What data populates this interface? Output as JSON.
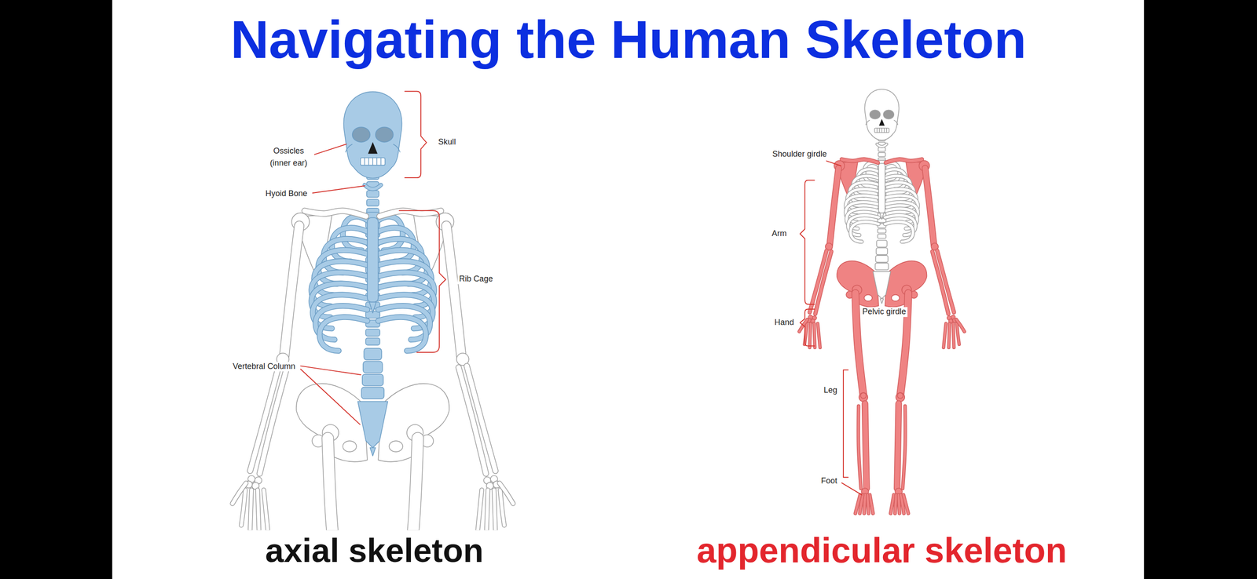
{
  "diagram": {
    "title": "Navigating the Human Skeleton",
    "labels": [
      "Skull",
      "Ossicles (inner ear)",
      "Hyoid Bone",
      "Rib Cage",
      "Vertebral Column",
      "Shoulder girdle",
      "Arm",
      "Hand",
      "Pelvic girdle",
      "Leg",
      "Foot",
      "axial skeleton",
      "appendicular skeleton"
    ]
  }
}
